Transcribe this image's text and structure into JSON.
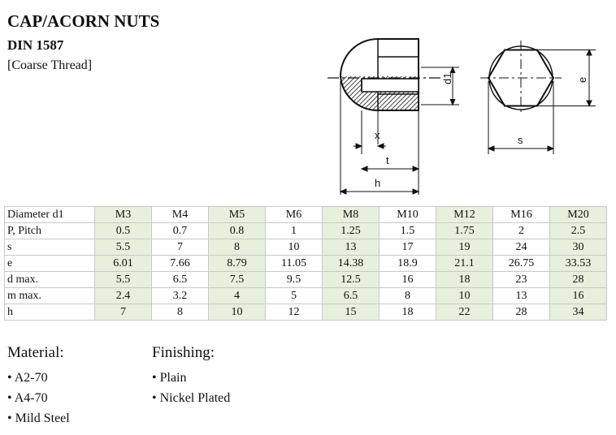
{
  "header": {
    "title": "CAP/ACORN NUTS",
    "standard": "DIN 1587",
    "thread": "[Coarse Thread]"
  },
  "drawing": {
    "labels": {
      "d1": "d1",
      "e": "e",
      "s": "s",
      "x": "x",
      "t": "t",
      "h": "h"
    }
  },
  "table": {
    "rows": [
      {
        "label": "Diameter d1",
        "values": [
          "M3",
          "M4",
          "M5",
          "M6",
          "M8",
          "M10",
          "M12",
          "M16",
          "M20"
        ]
      },
      {
        "label": "P, Pitch",
        "values": [
          "0.5",
          "0.7",
          "0.8",
          "1",
          "1.25",
          "1.5",
          "1.75",
          "2",
          "2.5"
        ]
      },
      {
        "label": "s",
        "values": [
          "5.5",
          "7",
          "8",
          "10",
          "13",
          "17",
          "19",
          "24",
          "30"
        ]
      },
      {
        "label": "e",
        "values": [
          "6.01",
          "7.66",
          "8.79",
          "11.05",
          "14.38",
          "18.9",
          "21.1",
          "26.75",
          "33.53"
        ]
      },
      {
        "label": "d max.",
        "values": [
          "5.5",
          "6.5",
          "7.5",
          "9.5",
          "12.5",
          "16",
          "18",
          "23",
          "28"
        ]
      },
      {
        "label": "m max.",
        "values": [
          "2.4",
          "3.2",
          "4",
          "5",
          "6.5",
          "8",
          "10",
          "13",
          "16"
        ]
      },
      {
        "label": "h",
        "values": [
          "7",
          "8",
          "10",
          "12",
          "15",
          "18",
          "22",
          "28",
          "34"
        ]
      }
    ],
    "highlight_color": "#e6f0dc"
  },
  "material": {
    "heading": "Material:",
    "items": [
      "• A2-70",
      "• A4-70",
      "• Mild Steel"
    ]
  },
  "finishing": {
    "heading": "Finishing:",
    "items": [
      "• Plain",
      "• Nickel Plated"
    ]
  }
}
